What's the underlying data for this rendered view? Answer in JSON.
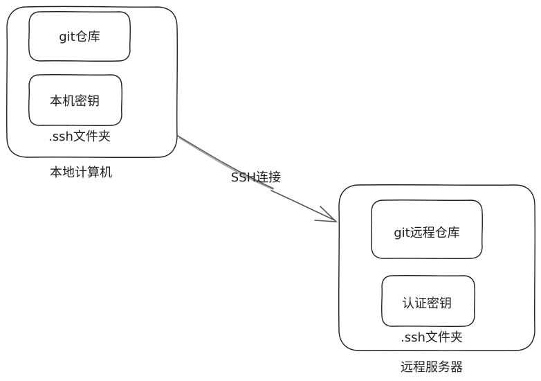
{
  "diagram": {
    "local_machine": {
      "caption": "本地计算机",
      "git_repo_label": "git仓库",
      "key_label": "本机密钥",
      "ssh_folder_label": ".ssh文件夹"
    },
    "connection": {
      "label": "SSH连接"
    },
    "remote_server": {
      "caption": "远程服务器",
      "git_repo_label": "git远程仓库",
      "key_label": "认证密钥",
      "ssh_folder_label": ".ssh文件夹"
    }
  }
}
